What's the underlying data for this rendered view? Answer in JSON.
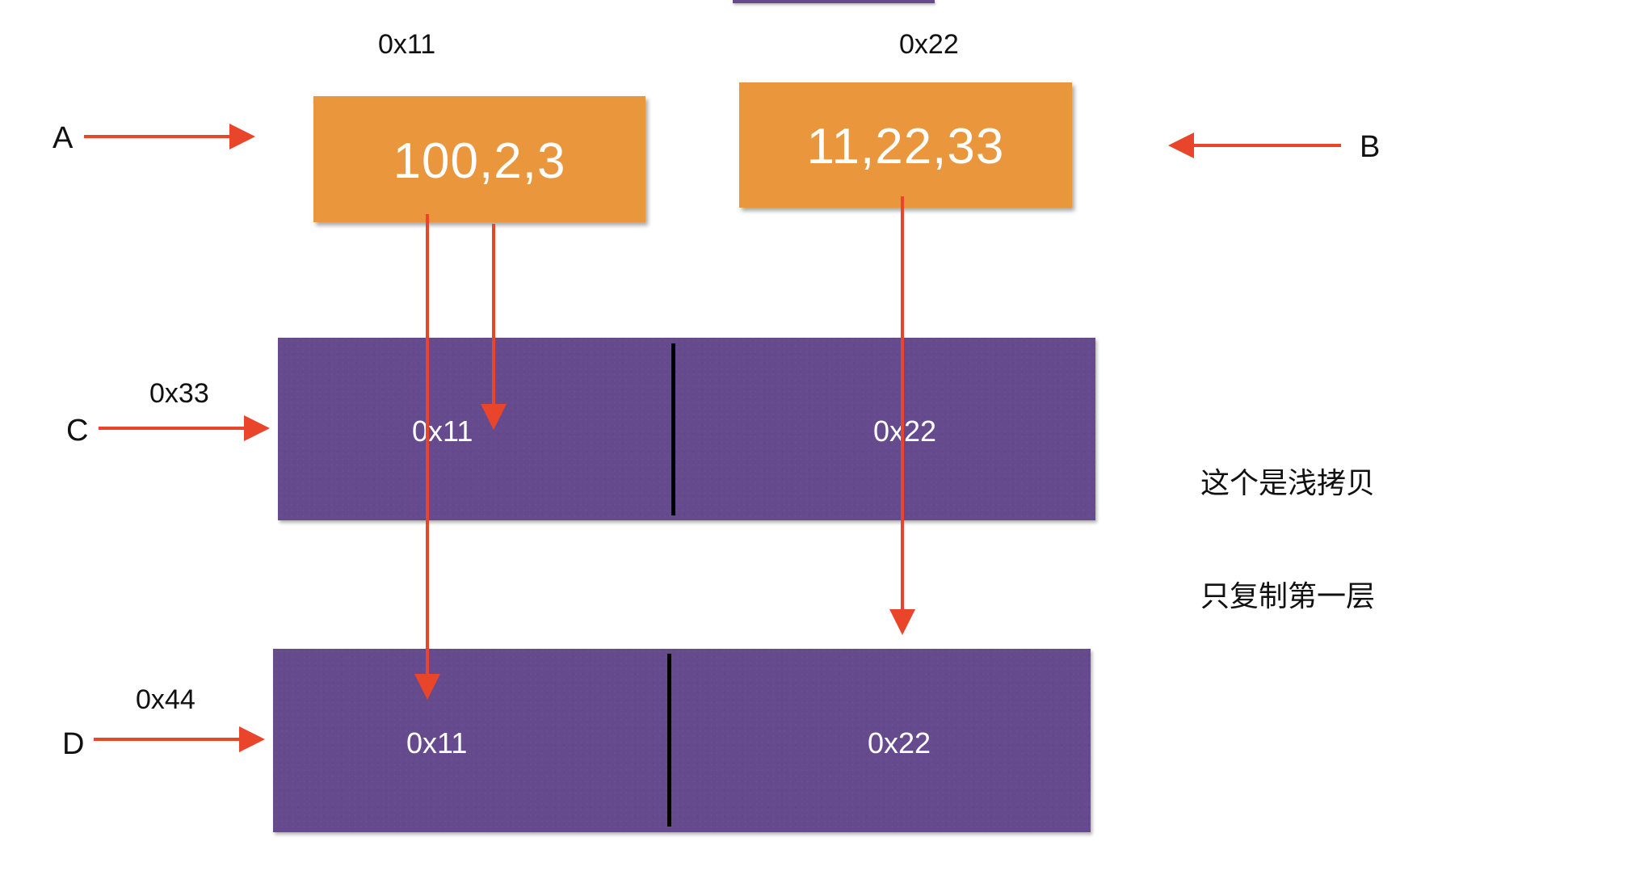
{
  "nodes": {
    "a": {
      "label": "A",
      "address": "0x11",
      "values": "100,2,3"
    },
    "b": {
      "label": "B",
      "address": "0x22",
      "values": "11,22,33"
    },
    "c": {
      "label": "C",
      "address": "0x33",
      "cells": [
        "0x11",
        "0x22"
      ]
    },
    "d": {
      "label": "D",
      "address": "0x44",
      "cells": [
        "0x11",
        "0x22"
      ]
    }
  },
  "notes": {
    "line1": "这个是浅拷贝",
    "line2": "只复制第一层"
  },
  "colors": {
    "box": "#e9963c",
    "bar": "#664a8e",
    "arrow": "#e8452b",
    "divider": "#000000"
  }
}
